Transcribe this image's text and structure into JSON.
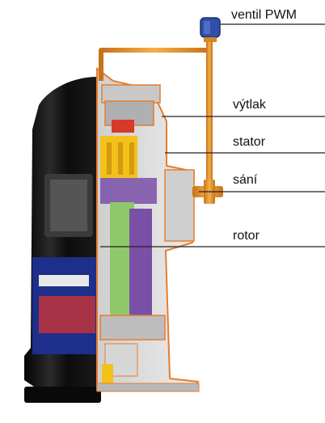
{
  "labels": {
    "valve": "ventil PWM",
    "discharge": "výtlak",
    "stator": "stator",
    "suction": "sání",
    "rotor": "rotor"
  },
  "colors": {
    "shell": "#111111",
    "cutaway": "#d9d9d9",
    "pipe": "#e0902a",
    "valve_head": "#2f4fa8",
    "scroll": "#f2c21a",
    "motor_green": "#8ec86a",
    "motor_purple": "#7a4fa8",
    "leader_line": "#222222"
  },
  "icons": {
    "valve": "pwm-valve-icon"
  }
}
